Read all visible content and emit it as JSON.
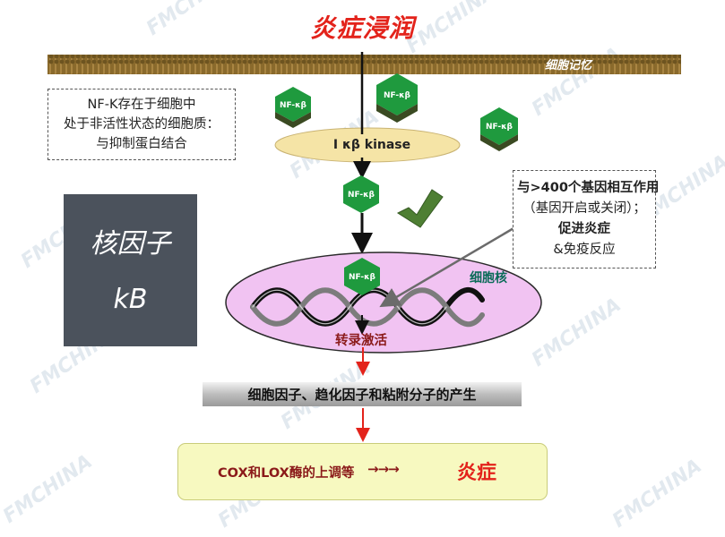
{
  "title": "炎症浸润",
  "membrane_label": "细胞记忆",
  "note_left": {
    "lines": [
      "NF-K存在于细胞中",
      "处于非活性状态的细胞质：",
      "与抑制蛋白结合"
    ]
  },
  "nfkb_box": {
    "line1": "核因子",
    "line2": "kB"
  },
  "hex_label": "NF-κβ",
  "kinase_label": "I κβ kinase",
  "note_right": {
    "line1": "与>400个基因相互作用",
    "line2": "（基因开启或关闭）；",
    "line3": "促进炎症",
    "line4": "&免疫反应"
  },
  "nucleus_label": "细胞核",
  "activation_label": "转录激活",
  "product_label": "细胞因子、趋化因子和粘附分子的产生",
  "result": {
    "text": "COX和LOX酶的上调等",
    "arrows": "→→→",
    "inflammation": "炎症"
  },
  "watermark": "FMCHINA",
  "colors": {
    "title_red": "#e3231b",
    "hex_green": "#1f9a3e",
    "nucleus_fill": "#f1c3f2",
    "kinase_fill": "#f5e4a6",
    "result_fill": "#f7f9c0",
    "dark_box": "#4b525c"
  }
}
